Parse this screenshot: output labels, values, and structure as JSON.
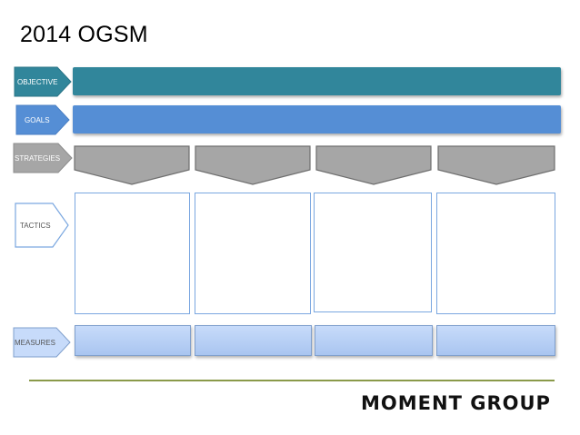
{
  "title": "2014 OGSM",
  "rows": {
    "objective": "OBJECTIVE",
    "goals": "GOALS",
    "strategies": "STRATEGIES",
    "tactics": "TACTICS",
    "measures": "MEASURES"
  },
  "brand": "MOMENT GROUP",
  "colors": {
    "objective": "#31869b",
    "goals": "#558ed5",
    "strategy": "#a6a6a6",
    "tactic_border": "#7aa7e0",
    "measure": "#b8d0f5",
    "divider": "#8a9a4a"
  }
}
